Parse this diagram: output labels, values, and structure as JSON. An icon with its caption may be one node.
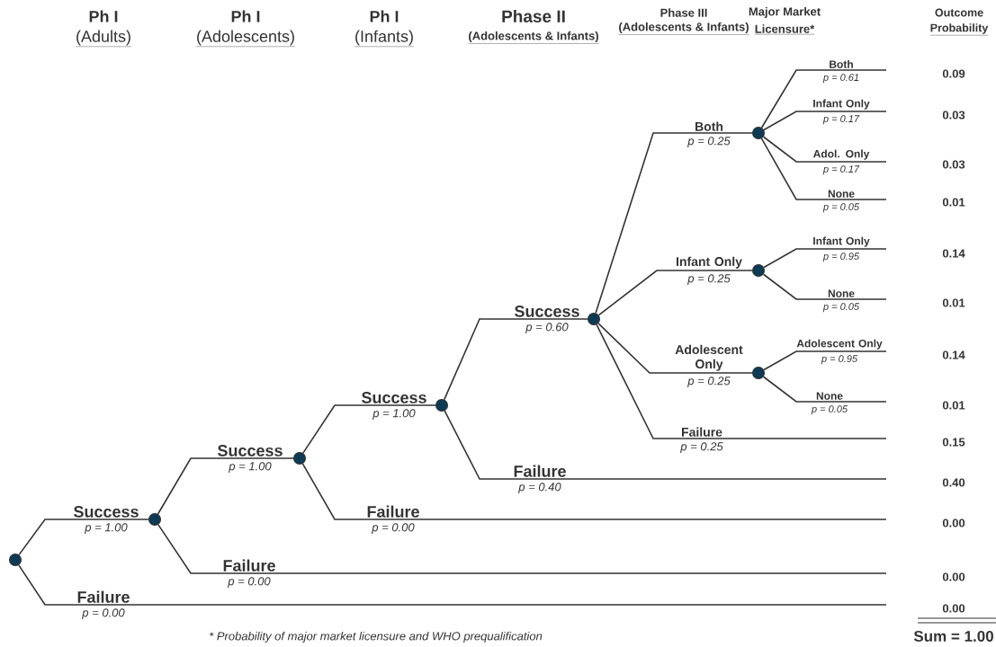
{
  "diagram": {
    "nodes": [
      {
        "text": [],
        "shape": "circle"
      },
      {
        "text": [],
        "shape": "circle"
      },
      {
        "text": [],
        "shape": "circle"
      },
      {
        "text": [],
        "shape": "circle"
      },
      {
        "text": [],
        "shape": "circle"
      },
      {
        "text": [],
        "shape": "circle"
      },
      {
        "text": [],
        "shape": "circle"
      },
      {
        "text": [],
        "shape": "circle"
      }
    ],
    "edges": [
      {
        "from": 0,
        "to": 1,
        "arrow": "none",
        "label": "Success"
      },
      {
        "from": 0,
        "to": null,
        "arrow": "none",
        "label": "Failure"
      },
      {
        "from": 1,
        "to": 2,
        "arrow": "none",
        "label": "Success"
      },
      {
        "from": 1,
        "to": null,
        "arrow": "none",
        "label": "Failure"
      },
      {
        "from": 2,
        "to": 3,
        "arrow": "none",
        "label": "Success"
      },
      {
        "from": 2,
        "to": null,
        "arrow": "none",
        "label": "Failure"
      },
      {
        "from": 3,
        "to": 4,
        "arrow": "none",
        "label": "Success"
      },
      {
        "from": 3,
        "to": null,
        "arrow": "none",
        "label": "Failure"
      },
      {
        "from": 4,
        "to": 5,
        "arrow": "none",
        "label": "Both"
      },
      {
        "from": 4,
        "to": 6,
        "arrow": "none",
        "label": "Infant Only"
      },
      {
        "from": 4,
        "to": 7,
        "arrow": "none",
        "label": "Adolescent Only"
      },
      {
        "from": 4,
        "to": null,
        "arrow": "none",
        "label": "Failure"
      },
      {
        "from": 5,
        "to": null,
        "arrow": "none",
        "label": "Both"
      },
      {
        "from": 5,
        "to": null,
        "arrow": "none",
        "label": "Infant Only"
      },
      {
        "from": 5,
        "to": null,
        "arrow": "none",
        "label": "Adol. Only"
      },
      {
        "from": 5,
        "to": null,
        "arrow": "none",
        "label": "None"
      },
      {
        "from": 6,
        "to": null,
        "arrow": "none",
        "label": "Infant Only"
      },
      {
        "from": 6,
        "to": null,
        "arrow": "none",
        "label": "None"
      },
      {
        "from": 7,
        "to": null,
        "arrow": "none",
        "label": "Adolescent Only"
      },
      {
        "from": 7,
        "to": null,
        "arrow": "none",
        "label": "None"
      }
    ],
    "labels": [
      "Ph I",
      "(Adults)",
      "Ph I",
      "(Adolescents)",
      "Ph I",
      "(Infants)",
      "Phase II",
      "(Adolescents & Infants)",
      "Phase III",
      "(Adolescents & Infants)",
      "Major Market",
      "Licensure*",
      "Outcome",
      "Probability",
      "p = 1.00",
      "p = 0.00",
      "p = 1.00",
      "p = 0.00",
      "p = 1.00",
      "p = 0.00",
      "p = 0.60",
      "p = 0.40",
      "p = 0.25",
      "p = 0.25",
      "p = 0.25",
      "p = 0.25",
      "p = 0.61",
      "p = 0.17",
      "p = 0.17",
      "p = 0.05",
      "p = 0.95",
      "p = 0.05",
      "p = 0.95",
      "p = 0.05",
      "0.09",
      "0.03",
      "0.03",
      "0.01",
      "0.14",
      "0.01",
      "0.14",
      "0.01",
      "0.15",
      "0.40",
      "0.00",
      "0.00",
      "0.00",
      "Sum = 1.00",
      "* Probability of major market licensure and WHO prequalification"
    ]
  }
}
